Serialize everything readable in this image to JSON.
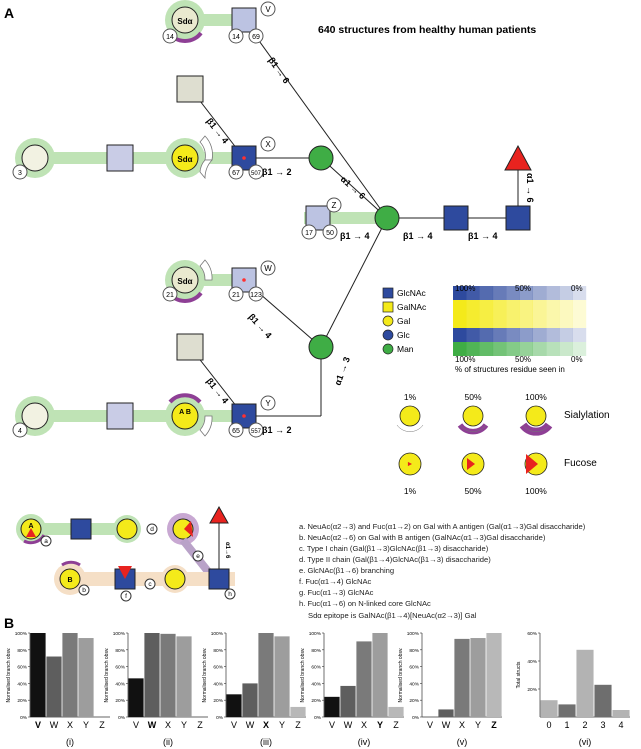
{
  "panel_a": {
    "label": "A",
    "headline": "640 structures from healthy human patients",
    "residue_labels": {
      "sda": "Sdα",
      "ab": "A B"
    },
    "branch_badges": [
      "V",
      "W",
      "X",
      "Y",
      "Z"
    ],
    "small_counts": [
      "14",
      "14",
      "69",
      "3",
      "67",
      "507",
      "17",
      "50",
      "21",
      "21",
      "123",
      "4",
      "65",
      "557"
    ],
    "linkages": [
      "β1 → 6",
      "β1 → 4",
      "β1 → 2",
      "α1 → 6",
      "β1 → 4",
      "β1 → 4",
      "β1 → 4",
      "α1 → 6",
      "β1 → 4",
      "β1 → 4",
      "β1 → 2",
      "α1 → 3"
    ],
    "legend": {
      "items": [
        {
          "name": "GlcNAc",
          "color": "#2e4a9e",
          "shape": "square"
        },
        {
          "name": "GalNAc",
          "color": "#f4ea1a",
          "shape": "square"
        },
        {
          "name": "Gal",
          "color": "#f4ea1a",
          "shape": "circle"
        },
        {
          "name": "Glc",
          "color": "#2e4a9e",
          "shape": "circle"
        },
        {
          "name": "Man",
          "color": "#3fad45",
          "shape": "circle"
        }
      ],
      "scale_top": [
        "100%",
        "50%",
        "0%"
      ],
      "scale_bottom": [
        "100%",
        "50%",
        "0%"
      ],
      "scale_caption": "% of structures residue seen in"
    },
    "sialylation": {
      "label": "Sialylation",
      "levels": [
        "1%",
        "50%",
        "100%"
      ],
      "values": [
        0.01,
        0.5,
        1.0
      ]
    },
    "fucose": {
      "label": "Fucose",
      "levels": [
        "1%",
        "50%",
        "100%"
      ],
      "values": [
        0.01,
        0.5,
        1.0
      ]
    },
    "mini_labels": [
      "A",
      "B",
      "a",
      "b",
      "c",
      "d",
      "e",
      "f",
      "h",
      "α1→6"
    ],
    "notes": [
      "a.  NeuAc(α2→3) and Fuc(α1→2) on Gal with A antigen (Gal(α1→3)Gal disaccharide)",
      "b.  NeuAc(α2→6) on Gal with B antigen (GalNAc(α1→3)Gal disaccharide)",
      "c.  Type I chain (Gal(β1→3)GlcNAc(β1→3) disaccharide)",
      "d.  Type II chain (Gal(β1→4)GlcNAc(β1→3) disaccharide)",
      "e.  GlcNAc(β1→6) branching",
      "f.  Fuc(α1→4) GlcNAc",
      "g.  Fuc(α1→3) GlcNAc",
      "h.  Fuc(α1→6) on N-linked core GlcNAc",
      "Sdα epitope is GalNAc(β1→4)[NeuAc(α2→3)] Gal"
    ]
  },
  "panel_b": {
    "label": "B",
    "ylabel": "Normalised branch obsv.",
    "vi_ylabel": "Total structs",
    "chart_data": [
      {
        "type": "bar",
        "panel": "(i)",
        "categories": [
          "V",
          "W",
          "X",
          "Y",
          "Z"
        ],
        "bold": "V",
        "values": [
          100,
          72,
          100,
          94,
          0
        ],
        "ylim": [
          0,
          100
        ],
        "yticks": [
          "0%",
          "20%",
          "40%",
          "60%",
          "80%",
          "100%"
        ]
      },
      {
        "type": "bar",
        "panel": "(ii)",
        "categories": [
          "V",
          "W",
          "X",
          "Y",
          "Z"
        ],
        "bold": "W",
        "values": [
          46,
          100,
          99,
          96,
          0
        ],
        "ylim": [
          0,
          100
        ],
        "yticks": [
          "0%",
          "20%",
          "40%",
          "60%",
          "80%",
          "100%"
        ]
      },
      {
        "type": "bar",
        "panel": "(iii)",
        "categories": [
          "V",
          "W",
          "X",
          "Y",
          "Z"
        ],
        "bold": "X",
        "values": [
          27,
          40,
          100,
          96,
          12
        ],
        "ylim": [
          0,
          100
        ],
        "yticks": [
          "0%",
          "20%",
          "40%",
          "60%",
          "80%",
          "100%"
        ]
      },
      {
        "type": "bar",
        "panel": "(iv)",
        "categories": [
          "V",
          "W",
          "X",
          "Y",
          "Z"
        ],
        "bold": "Y",
        "values": [
          24,
          37,
          90,
          100,
          12
        ],
        "ylim": [
          0,
          100
        ],
        "yticks": [
          "0%",
          "20%",
          "40%",
          "60%",
          "80%",
          "100%"
        ]
      },
      {
        "type": "bar",
        "panel": "(v)",
        "categories": [
          "V",
          "W",
          "X",
          "Y",
          "Z"
        ],
        "bold": "Z",
        "values": [
          0,
          9,
          93,
          94,
          100
        ],
        "ylim": [
          0,
          100
        ],
        "yticks": [
          "0%",
          "20%",
          "40%",
          "60%",
          "80%",
          "100%"
        ]
      },
      {
        "type": "bar",
        "panel": "(vi)",
        "categories": [
          "0",
          "1",
          "2",
          "3",
          "4"
        ],
        "bold": "",
        "values": [
          12,
          9,
          48,
          23,
          5
        ],
        "ylim": [
          0,
          60
        ],
        "yticks": [
          "20%",
          "40%",
          "60%"
        ]
      }
    ],
    "bar_colors": {
      "V": "#111111",
      "W": "#5e5e5e",
      "X": "#7a7a7a",
      "Y": "#9d9d9d",
      "Z": "#b8b8b8"
    },
    "vi_colors": [
      "#b3b3b3",
      "#707070",
      "#b3b3b3",
      "#6e6e6e",
      "#b3b3b3"
    ]
  }
}
